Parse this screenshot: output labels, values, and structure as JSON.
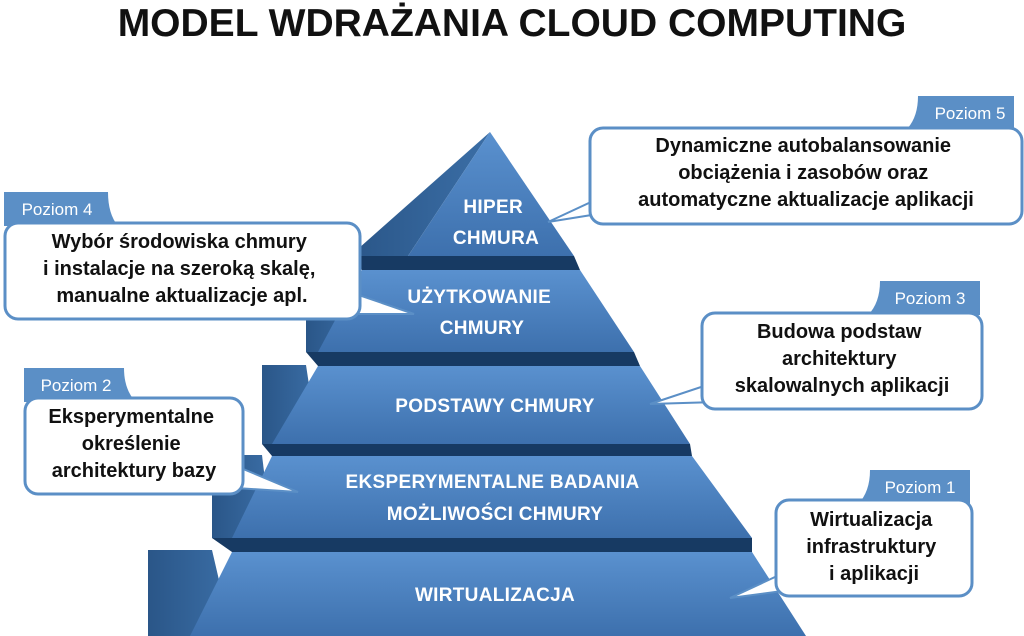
{
  "title": "MODEL WDRAŻANIA CLOUD COMPUTING",
  "colors": {
    "front_light": "#4f86c6",
    "front_dark": "#3a6ba8",
    "side": "#2f5f95",
    "gap": "#173a63",
    "tag": "#5b8fc6",
    "callout_border": "#5b8fc6"
  },
  "levels": [
    {
      "lines": [
        "WIRTUALIZACJA"
      ]
    },
    {
      "lines": [
        "EKSPERYMENTALNE BADANIA",
        "MOŻLIWOŚCI CHMURY"
      ]
    },
    {
      "lines": [
        "PODSTAWY CHMURY"
      ]
    },
    {
      "lines": [
        "UŻYTKOWANIE",
        "CHMURY"
      ]
    },
    {
      "lines": [
        "HIPER",
        "CHMURA"
      ]
    }
  ],
  "callouts": [
    {
      "tag": "Poziom 5",
      "lines": [
        "Dynamiczne autobalansowanie",
        "obciążenia i zasobów oraz",
        "automatyczne aktualizacje aplikacji"
      ]
    },
    {
      "tag": "Poziom 4",
      "lines": [
        "Wybór środowiska chmury",
        "i instalacje na szeroką skalę,",
        "manualne aktualizacje apl."
      ]
    },
    {
      "tag": "Poziom 3",
      "lines": [
        "Budowa podstaw",
        "architektury",
        "skalowalnych aplikacji"
      ]
    },
    {
      "tag": "Poziom 2",
      "lines": [
        "Eksperymentalne",
        "określenie",
        "architektury bazy"
      ]
    },
    {
      "tag": "Poziom 1",
      "lines": [
        "Wirtualizacja",
        "infrastruktury",
        "i aplikacji"
      ]
    }
  ]
}
